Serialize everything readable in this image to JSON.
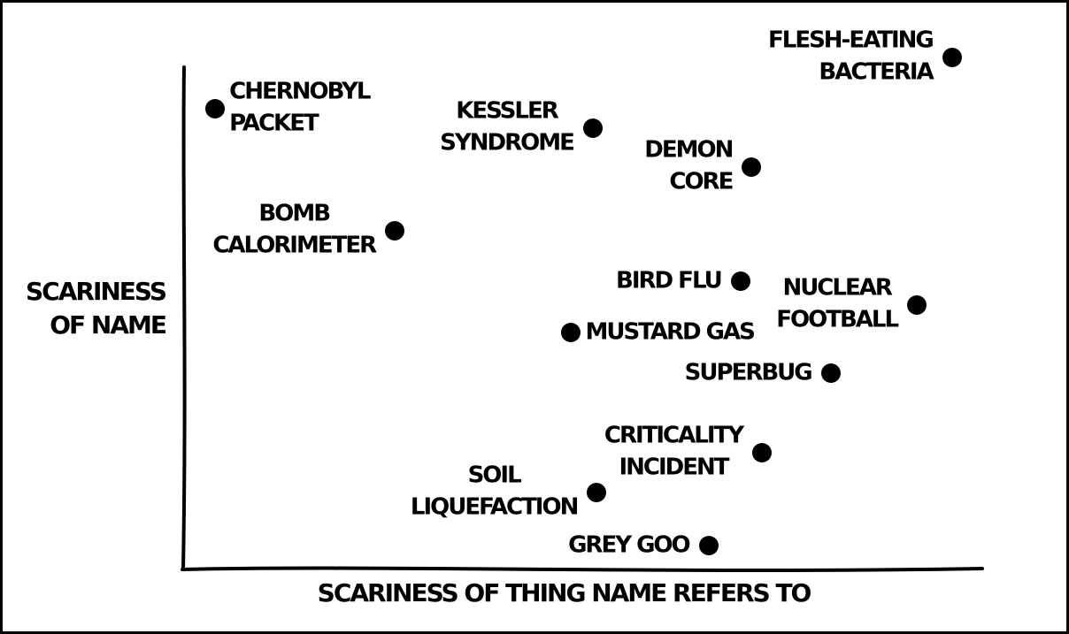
{
  "figure": {
    "background": "#ffffff",
    "frame_color": "#000000",
    "ink_color": "#000000"
  },
  "chart_data": {
    "type": "scatter",
    "title": "",
    "xlabel": "SCARINESS OF THING NAME REFERS TO",
    "ylabel": "SCARINESS OF NAME",
    "ylabel_lines": [
      "SCARINESS",
      "OF NAME"
    ],
    "x_range": [
      0,
      1
    ],
    "y_range": [
      0,
      1
    ],
    "grid": false,
    "axis_ticks": "none",
    "style": "xkcd-hand-drawn",
    "dot_color": "#000000",
    "points": [
      {
        "label": "CHERNOBYL PACKET",
        "lines": [
          "CHERNOBYL",
          "PACKET"
        ],
        "x": 0.039,
        "y": 0.917,
        "label_side": "right",
        "label_align": "left"
      },
      {
        "label": "KESSLER SYNDROME",
        "lines": [
          "KESSLER",
          "SYNDROME"
        ],
        "x": 0.512,
        "y": 0.879,
        "label_side": "left",
        "label_align": "center"
      },
      {
        "label": "FLESH-EATING BACTERIA",
        "lines": [
          "FLESH-EATING",
          "BACTERIA"
        ],
        "x": 0.962,
        "y": 1.019,
        "label_side": "left",
        "label_align": "right"
      },
      {
        "label": "DEMON CORE",
        "lines": [
          "DEMON",
          "CORE"
        ],
        "x": 0.711,
        "y": 0.801,
        "label_side": "left",
        "label_align": "right"
      },
      {
        "label": "BOMB CALORIMETER",
        "lines": [
          "BOMB",
          "CALORIMETER"
        ],
        "x": 0.264,
        "y": 0.674,
        "label_side": "left",
        "label_align": "center"
      },
      {
        "label": "BIRD FLU",
        "lines": [
          "BIRD FLU"
        ],
        "x": 0.697,
        "y": 0.574,
        "label_side": "left",
        "label_align": "right"
      },
      {
        "label": "NUCLEAR FOOTBALL",
        "lines": [
          "NUCLEAR",
          "FOOTBALL"
        ],
        "x": 0.918,
        "y": 0.526,
        "label_side": "left",
        "label_align": "center"
      },
      {
        "label": "MUSTARD GAS",
        "lines": [
          "MUSTARD GAS"
        ],
        "x": 0.485,
        "y": 0.472,
        "label_side": "right",
        "label_align": "left"
      },
      {
        "label": "SUPERBUG",
        "lines": [
          "SUPERBUG"
        ],
        "x": 0.81,
        "y": 0.391,
        "label_side": "left",
        "label_align": "right"
      },
      {
        "label": "CRITICALITY INCIDENT",
        "lines": [
          "CRITICALITY",
          "INCIDENT"
        ],
        "x": 0.724,
        "y": 0.232,
        "label_side": "left",
        "label_align": "center"
      },
      {
        "label": "SOIL LIQUEFACTION",
        "lines": [
          "SOIL",
          "LIQUEFACTION"
        ],
        "x": 0.517,
        "y": 0.153,
        "label_side": "left",
        "label_align": "center"
      },
      {
        "label": "GREY GOO",
        "lines": [
          "GREY GOO"
        ],
        "x": 0.657,
        "y": 0.048,
        "label_side": "left",
        "label_align": "right"
      }
    ]
  }
}
